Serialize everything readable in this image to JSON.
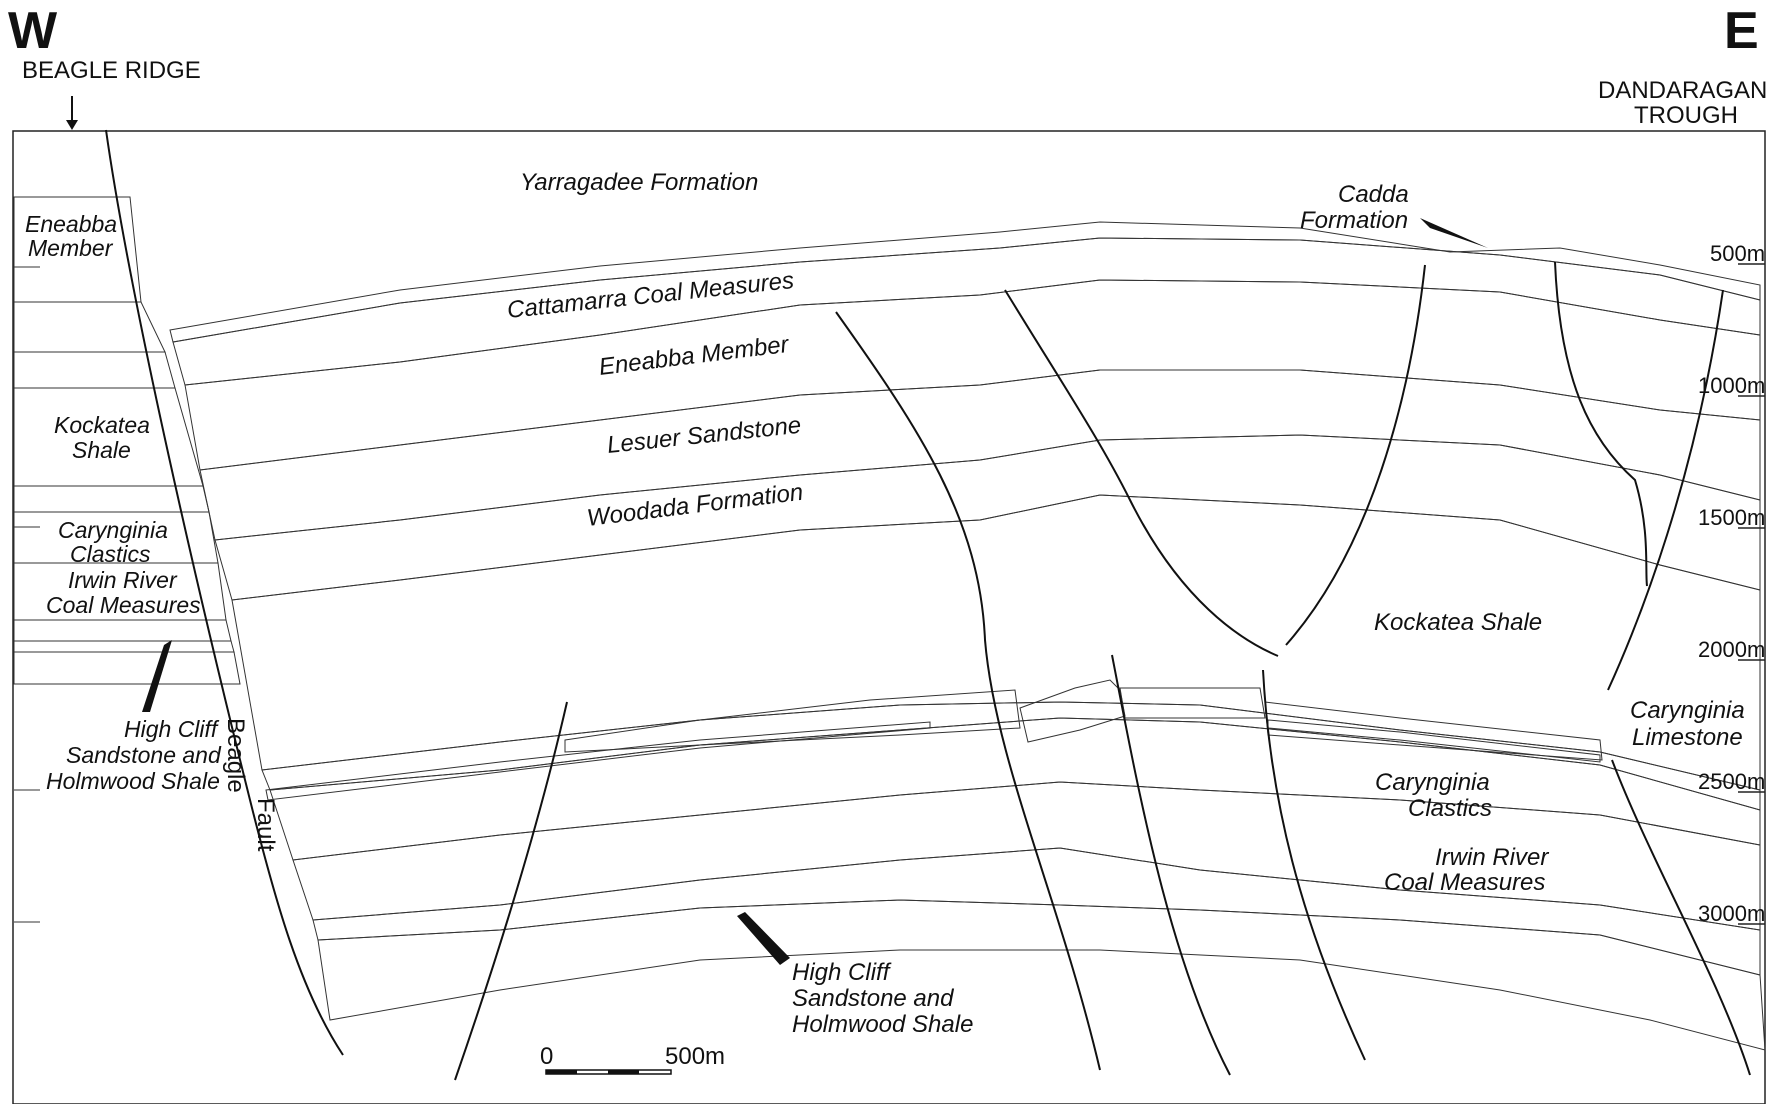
{
  "header": {
    "west": "W",
    "east": "E",
    "west_location": "BEAGLE RIDGE",
    "east_location_line1": "DANDARAGAN",
    "east_location_line2": "TROUGH"
  },
  "colors": {
    "yarragadee": "#ffffff",
    "cadda": "#8fa896",
    "cattamarra": "#e3cccc",
    "eneabba": "#f7b98e",
    "lesuer": "#fadf6d",
    "woodada": "#fbf1be",
    "kockatea": "#b5d6cf",
    "carynginia_limestone": "#6d84c4",
    "carynginia_clastics": "#e6cece",
    "irwin_river": "#8aa495",
    "high_cliff": "#9a9ca2",
    "basement": "#f3aaaa",
    "red_carbonate": "#e8221c",
    "yellow_sand": "#ffff3a"
  },
  "formations": {
    "yarragadee": "Yarragadee Formation",
    "cadda_line1": "Cadda",
    "cadda_line2": "Formation",
    "cattamarra": "Cattamarra Coal Measures",
    "eneabba": "Eneabba Member",
    "lesuer": "Lesuer Sandstone",
    "woodada": "Woodada Formation",
    "kockatea": "Kockatea Shale",
    "carynginia_clastics_line1": "Carynginia",
    "carynginia_clastics_line2": "Clastics",
    "carynginia_limestone_line1": "Carynginia",
    "carynginia_limestone_line2": "Limestone",
    "irwin_line1": "Irwin River",
    "irwin_line2": "Coal Measures",
    "high_cliff_line1": "High Cliff",
    "high_cliff_line2": "Sandstone and",
    "high_cliff_line3": "Holmwood Shale"
  },
  "west_column": {
    "eneabba_line1": "Eneabba",
    "eneabba_line2": "Member",
    "kockatea_line1": "Kockatea",
    "kockatea_line2": "Shale",
    "carynginia_line1": "Carynginia",
    "carynginia_line2": "Clastics",
    "irwin_line1": "Irwin River",
    "irwin_line2": "Coal Measures",
    "high_cliff_line1": "High Cliff",
    "high_cliff_line2": "Sandstone and",
    "high_cliff_line3": "Holmwood Shale"
  },
  "fault_label_line1": "Beagle",
  "fault_label_line2": "Fault",
  "depth_ticks": [
    "500m",
    "1000m",
    "1500m",
    "2000m",
    "2500m",
    "3000m"
  ],
  "scale_bar": {
    "start": "0",
    "end": "500m"
  }
}
